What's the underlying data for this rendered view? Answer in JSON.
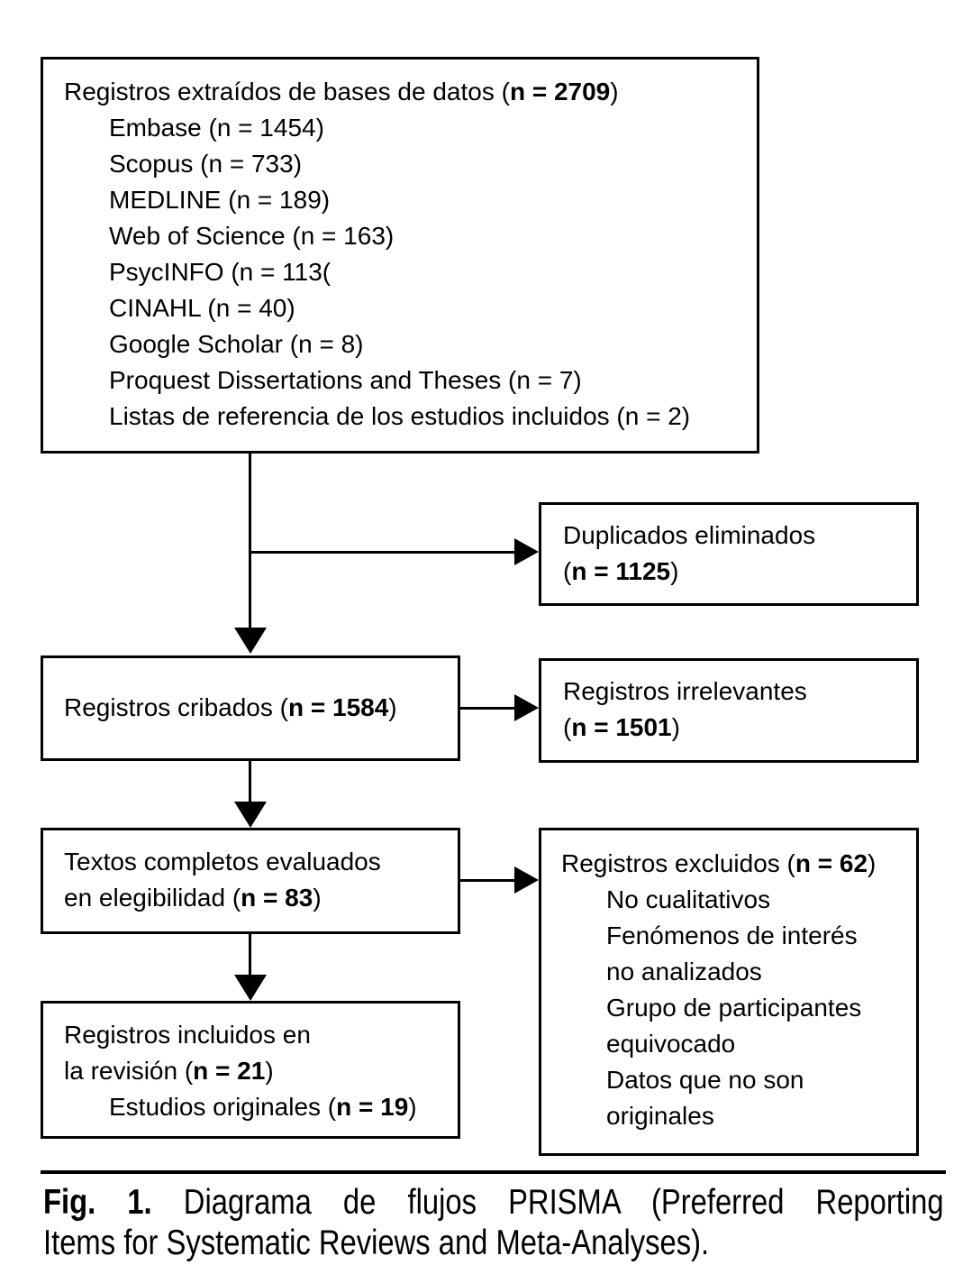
{
  "colors": {
    "line": "#000000",
    "text": "#000000",
    "background": "#ffffff"
  },
  "boxes": {
    "identification": {
      "lines": [
        {
          "pre": "Registros extraídos de bases de datos (",
          "bold": "n = 2709",
          "post": ")"
        },
        {
          "pre": "Embase (n = 1454)",
          "indent": 1
        },
        {
          "pre": "Scopus (n = 733)",
          "indent": 1
        },
        {
          "pre": "MEDLINE (n = 189)",
          "indent": 1
        },
        {
          "pre": "Web of Science (n = 163)",
          "indent": 1
        },
        {
          "pre": "PsycINFO (n = 113(",
          "indent": 1
        },
        {
          "pre": "CINAHL (n = 40)",
          "indent": 1
        },
        {
          "pre": "Google Scholar (n = 8)",
          "indent": 1
        },
        {
          "pre": "Proquest Dissertations and Theses (n = 7)",
          "indent": 1
        },
        {
          "pre": "Listas de referencia de los estudios incluidos (n = 2)",
          "indent": 1
        }
      ]
    },
    "duplicates": {
      "lines": [
        {
          "pre": "Duplicados eliminados"
        },
        {
          "pre": "(",
          "bold": "n = 1125",
          "post": ")"
        }
      ]
    },
    "screened": {
      "lines": [
        {
          "pre": "Registros cribados (",
          "bold": "n = 1584",
          "post": ")"
        }
      ]
    },
    "irrelevant": {
      "lines": [
        {
          "pre": "Registros irrelevantes"
        },
        {
          "pre": "(",
          "bold": "n = 1501",
          "post": ")"
        }
      ]
    },
    "fulltext": {
      "lines": [
        {
          "pre": "Textos completos evaluados"
        },
        {
          "pre": "en elegibilidad (",
          "bold": "n = 83",
          "post": ")"
        }
      ]
    },
    "excluded": {
      "lines": [
        {
          "pre": "Registros excluidos (",
          "bold": "n = 62",
          "post": ")"
        },
        {
          "pre": "No cualitativos",
          "indent": 1
        },
        {
          "pre": "Fenómenos de interés",
          "indent": 1
        },
        {
          "pre": "no analizados",
          "indent": 1
        },
        {
          "pre": "Grupo de participantes",
          "indent": 1
        },
        {
          "pre": "equivocado",
          "indent": 1
        },
        {
          "pre": "Datos que no son",
          "indent": 1
        },
        {
          "pre": "originales",
          "indent": 1
        }
      ]
    },
    "included": {
      "lines": [
        {
          "pre": "Registros incluidos en"
        },
        {
          "pre": "la revisión (",
          "bold": "n = 21",
          "post": ")"
        },
        {
          "pre": "Estudios originales (",
          "bold": "n = 19",
          "post": ")",
          "indent": 1
        }
      ]
    }
  },
  "caption": {
    "label": "Fig. 1.",
    "line1": "Diagrama de flujos PRISMA (Preferred Reporting",
    "line2": "Items for Systematic Reviews and Meta-Analyses)."
  }
}
